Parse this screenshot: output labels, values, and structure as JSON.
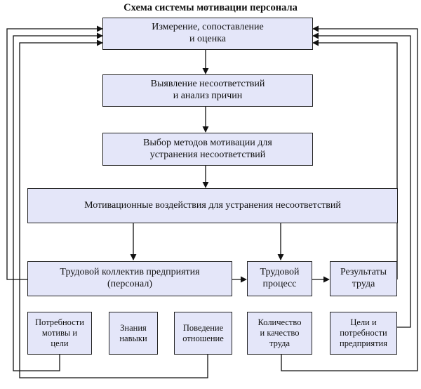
{
  "title": "Схема системы мотивации персонала",
  "boxes": {
    "measure": "Измерение, сопоставление\nи оценка",
    "detect": "Выявление несоответствий\nи анализ причин",
    "choose": "Выбор методов мотивации для\nустранения несоответствий",
    "influence": "Мотивационные воздействия для устранения несоответствий",
    "collective": "Трудовой коллектив  предприятия\n(персонал)",
    "process": "Трудовой\nпроцесс",
    "results": "Результаты\nтруда",
    "needs": "Потребности\nмотивы и\nцели",
    "knowledge": "Знания\nнавыки",
    "behavior": "Поведение\nотношение",
    "quality": "Количество\nи качество\nтруда",
    "goals": "Цели и\nпотребности\nпредприятия"
  }
}
